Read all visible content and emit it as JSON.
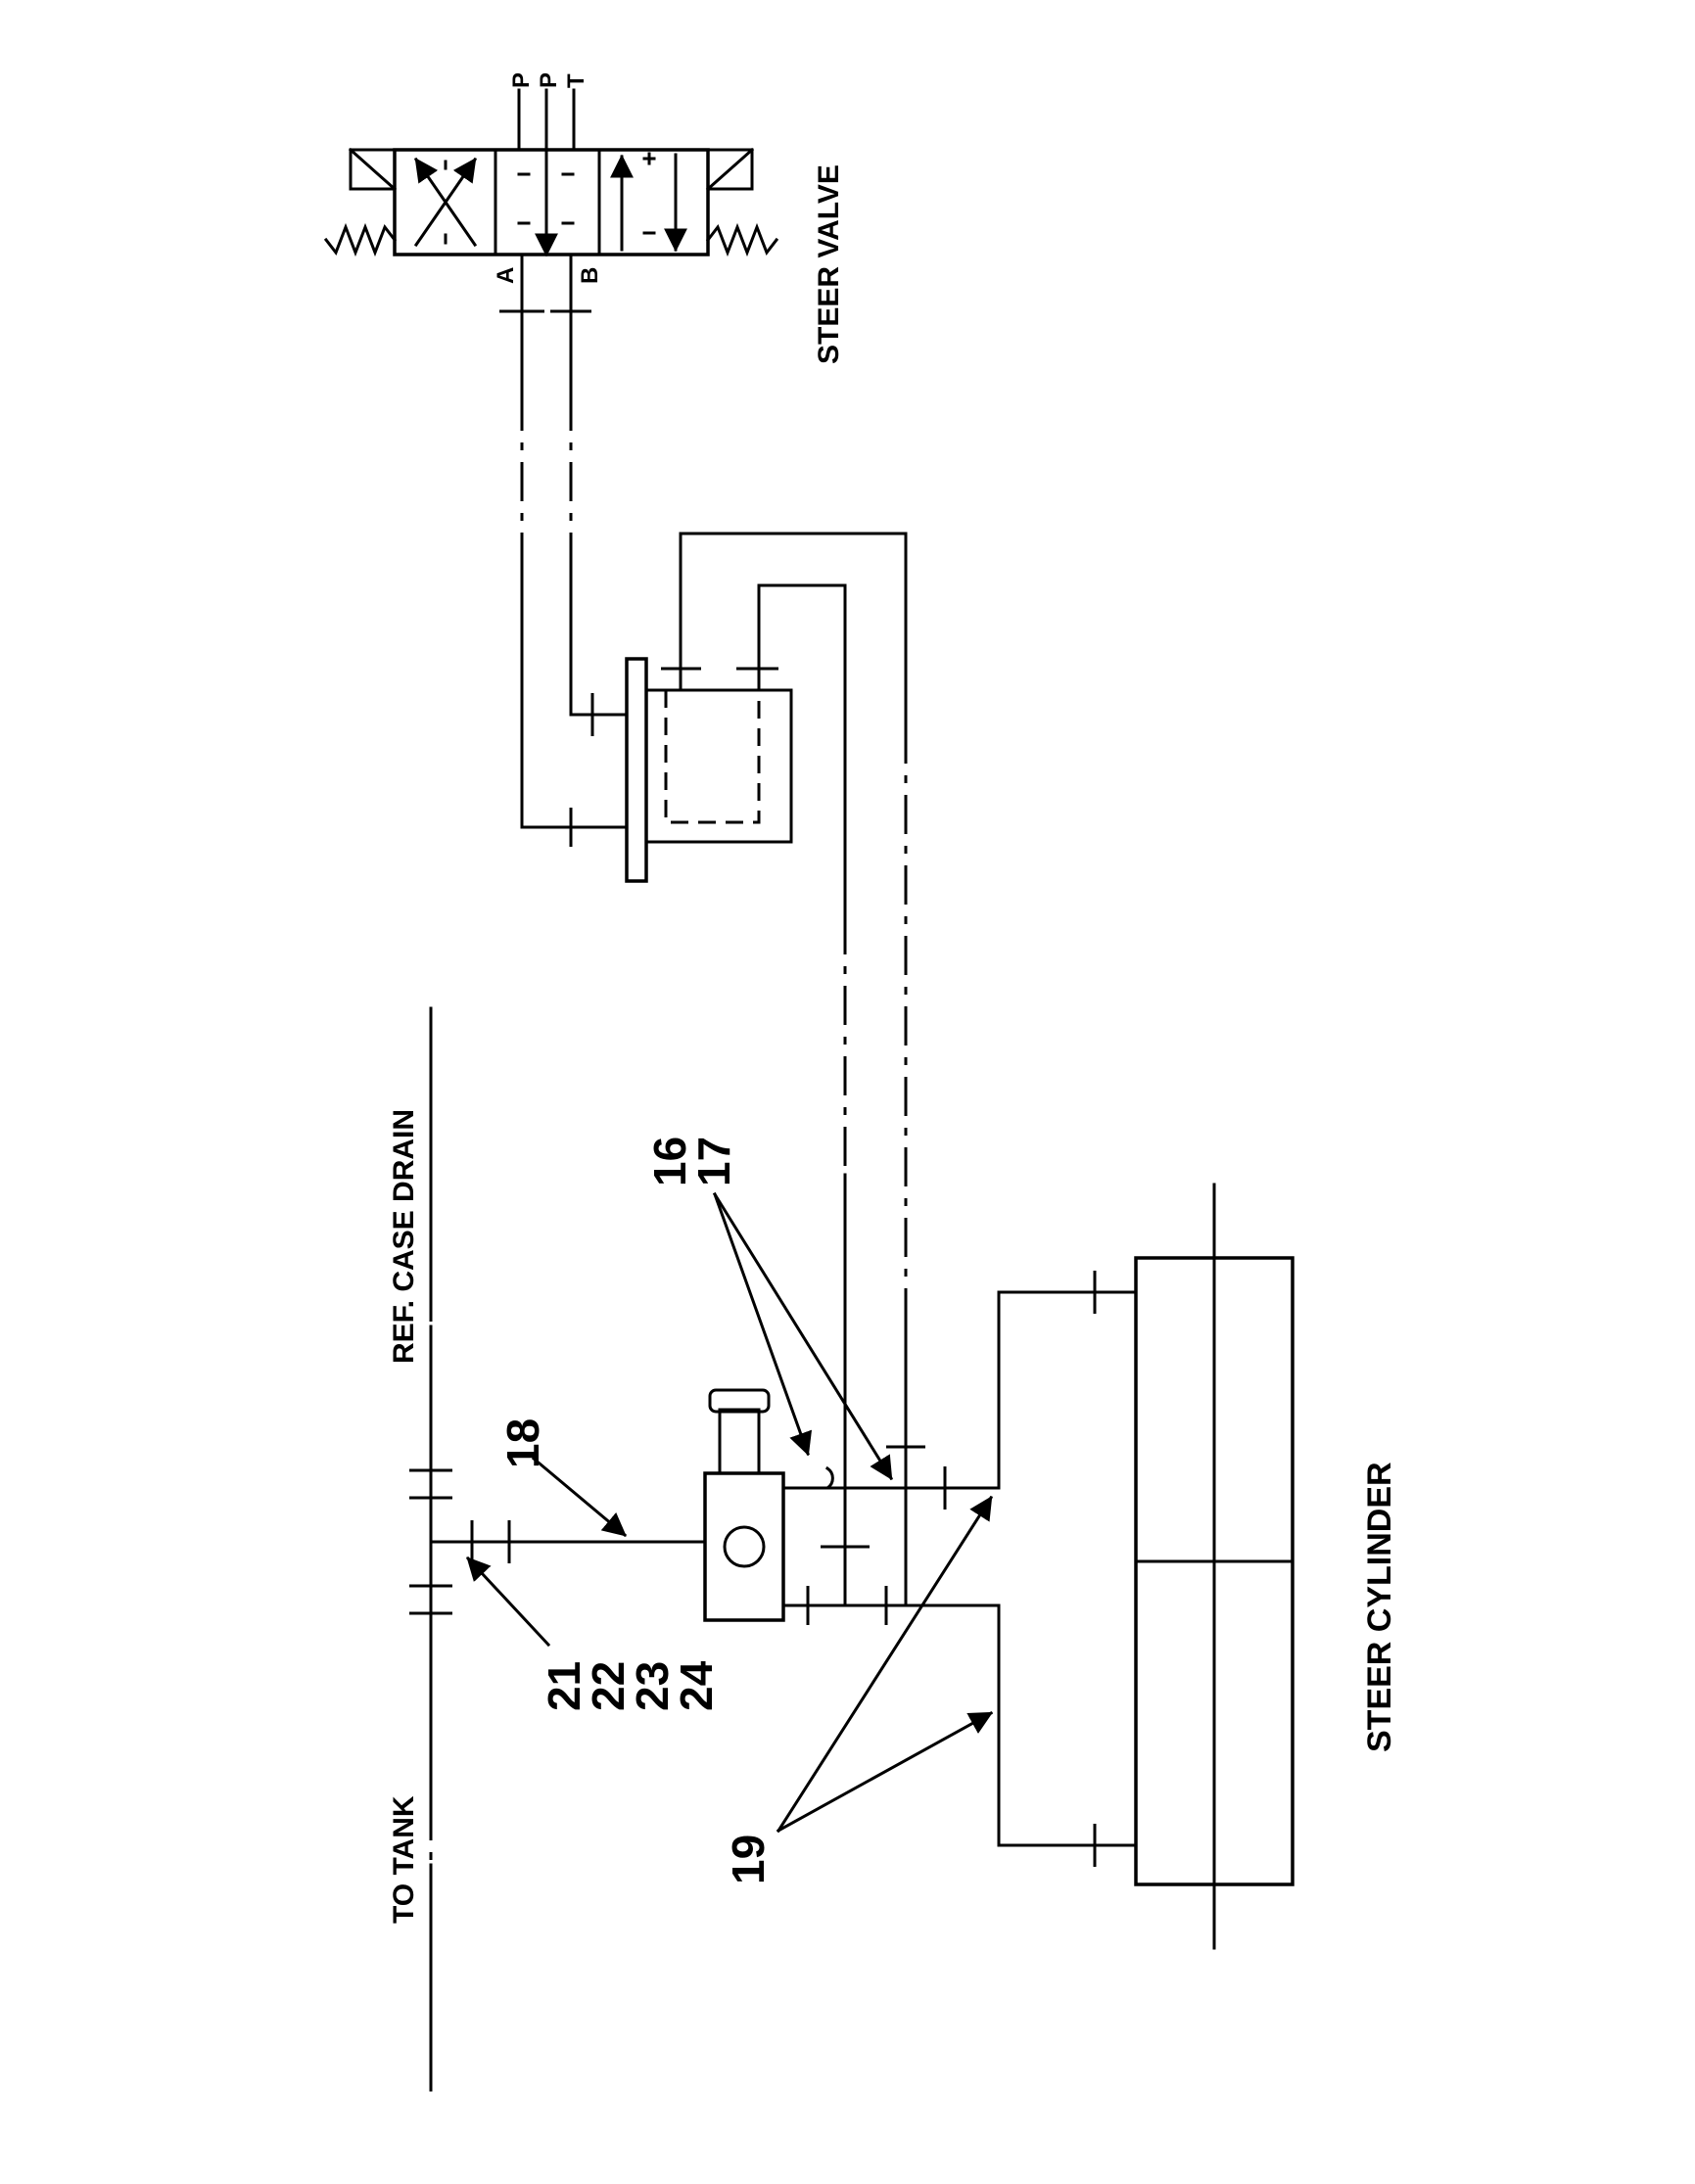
{
  "labels": {
    "to_tank": "TO TANK",
    "ref_case_drain": "REF. CASE DRAIN",
    "steer_valve": "STEER VALVE",
    "steer_cylinder": "STEER CYLINDER",
    "port_p1": "P",
    "port_p2": "P",
    "port_t": "T",
    "port_a": "A",
    "port_b": "B"
  },
  "callouts": {
    "c16": "16",
    "c17": "17",
    "c18": "18",
    "c19": "19",
    "c21": "21",
    "c22": "22",
    "c23": "23",
    "c24": "24"
  }
}
